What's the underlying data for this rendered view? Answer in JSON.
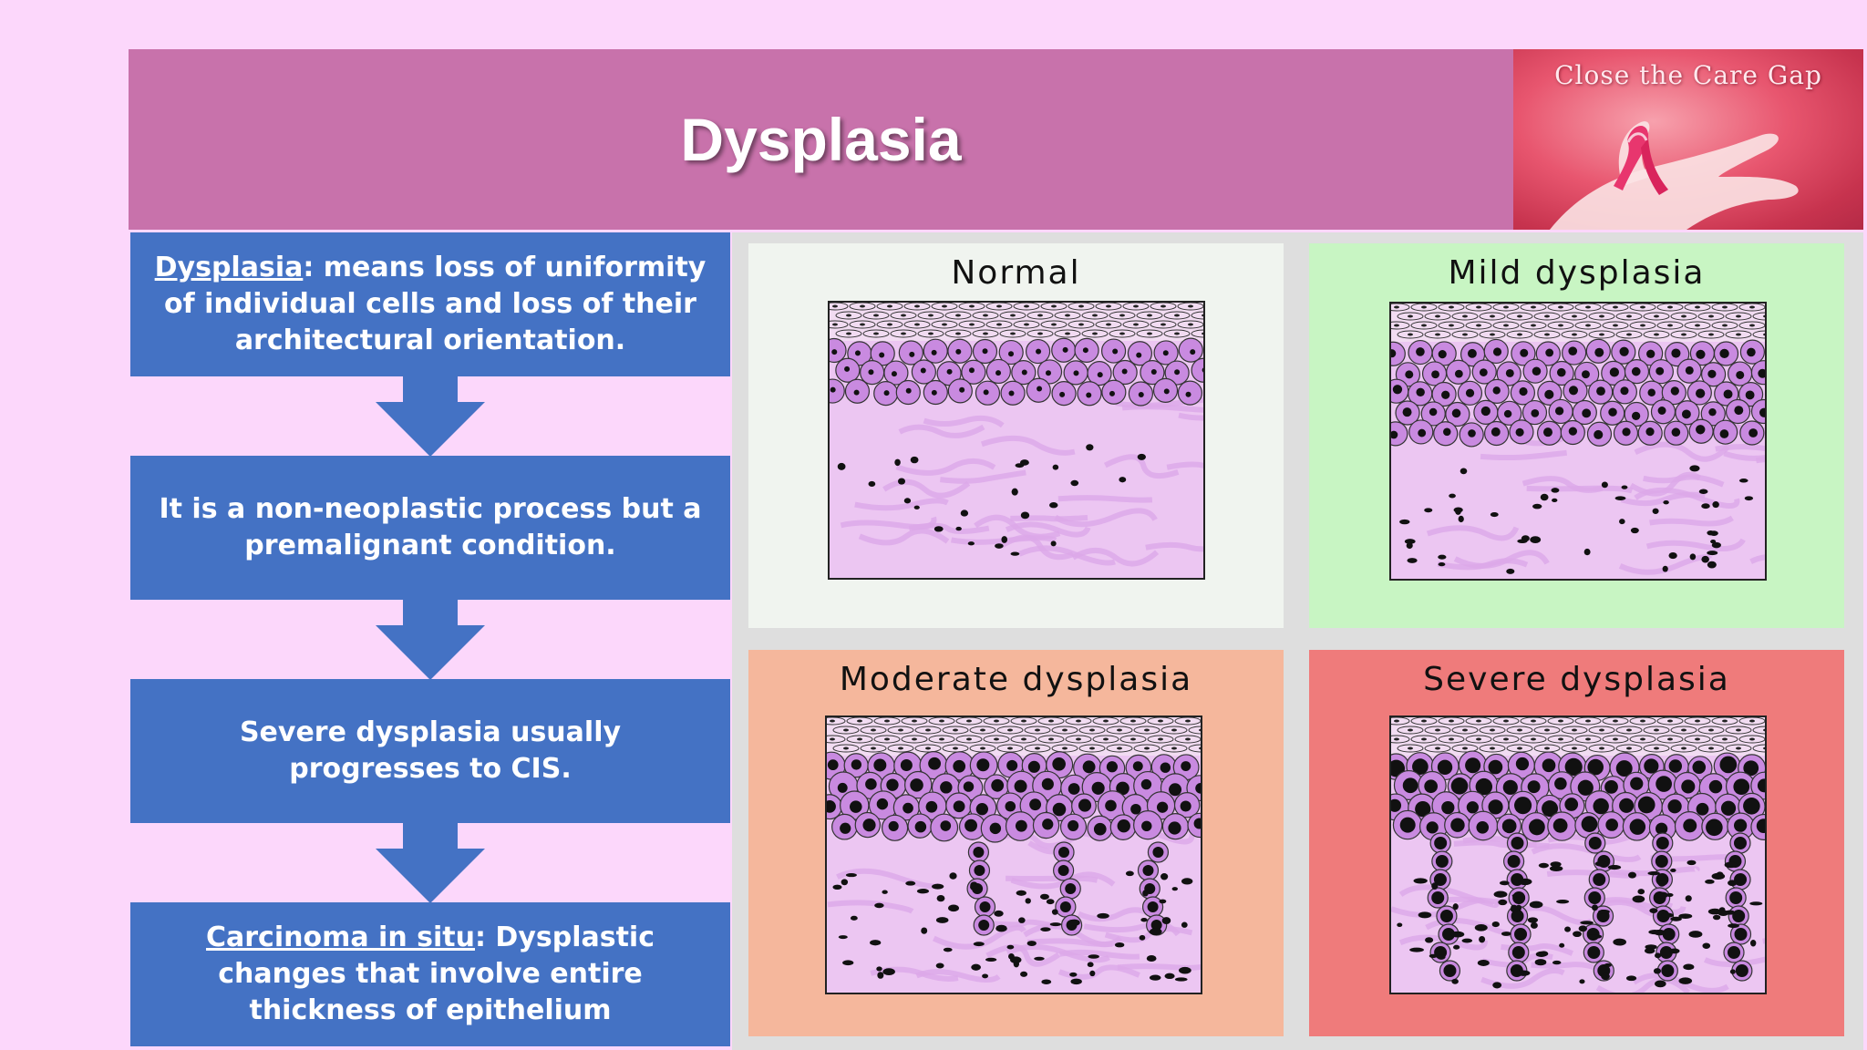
{
  "slide": {
    "title": "Dysplasia",
    "logo_text": "Close the Care Gap"
  },
  "flow": [
    {
      "term": "Dysplasia",
      "text": ": means loss of uniformity of individual cells and loss of their architectural orientation."
    },
    {
      "term": "",
      "text": "It is a non-neoplastic process but a premalignant condition."
    },
    {
      "term": "",
      "text": "Severe dysplasia usually progresses to CIS."
    },
    {
      "term": "Carcinoma in situ",
      "text": ": Dysplastic changes that involve entire thickness of epithelium"
    }
  ],
  "panels": [
    {
      "label": "Normal",
      "background": "#f0f4ef"
    },
    {
      "label": "Mild dysplasia",
      "background": "#c8f5c3"
    },
    {
      "label": "Moderate dysplasia",
      "background": "#f5b79c"
    },
    {
      "label": "Severe dysplasia",
      "background": "#ef7b7b"
    }
  ],
  "colors": {
    "page_background": "#fcd7fb",
    "title_bar": "#c872ab",
    "flow_box": "#4472c4",
    "arrow": "#4472c4",
    "cell_fill": "#c98ae0",
    "stroma": "#e8c3ef"
  }
}
